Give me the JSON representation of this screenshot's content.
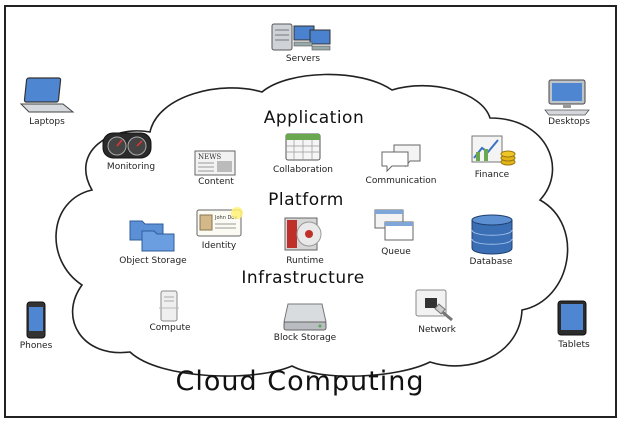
{
  "devices": {
    "servers": "Servers",
    "laptops": "Laptops",
    "desktops": "Desktops",
    "phones": "Phones",
    "tablets": "Tablets"
  },
  "layers": {
    "application": "Application",
    "platform": "Platform",
    "infrastructure": "Infrastructure"
  },
  "application_items": {
    "monitoring": "Monitoring",
    "content": "Content",
    "collaboration": "Collaboration",
    "communication": "Communication",
    "finance": "Finance"
  },
  "platform_items": {
    "object_storage": "Object Storage",
    "identity": "Identity",
    "runtime": "Runtime",
    "queue": "Queue",
    "database": "Database"
  },
  "infrastructure_items": {
    "compute": "Compute",
    "block_storage": "Block Storage",
    "network": "Network"
  },
  "title": "Cloud Computing",
  "icon_texts": {
    "news": "NEWS",
    "id_card": "John Doe"
  },
  "icons": {
    "servers": "server-rack-icon",
    "laptops": "laptop-icon",
    "desktops": "desktop-computer-icon",
    "phones": "smartphone-icon",
    "tablets": "tablet-icon",
    "monitoring": "dashboard-gauge-icon",
    "content": "newspaper-icon",
    "collaboration": "calendar-icon",
    "communication": "speech-bubbles-icon",
    "finance": "chart-coins-icon",
    "object_storage": "folders-icon",
    "identity": "id-card-icon",
    "runtime": "media-disc-icon",
    "queue": "stacked-windows-icon",
    "database": "database-cylinder-icon",
    "compute": "computer-tower-icon",
    "block_storage": "hard-drive-icon",
    "network": "network-port-icon"
  },
  "colors": {
    "cloud_stroke": "#222222",
    "text": "#111111",
    "accent_blue": "#3a73c4",
    "database_blue": "#3b6fb5",
    "runtime_red": "#c0302a"
  }
}
